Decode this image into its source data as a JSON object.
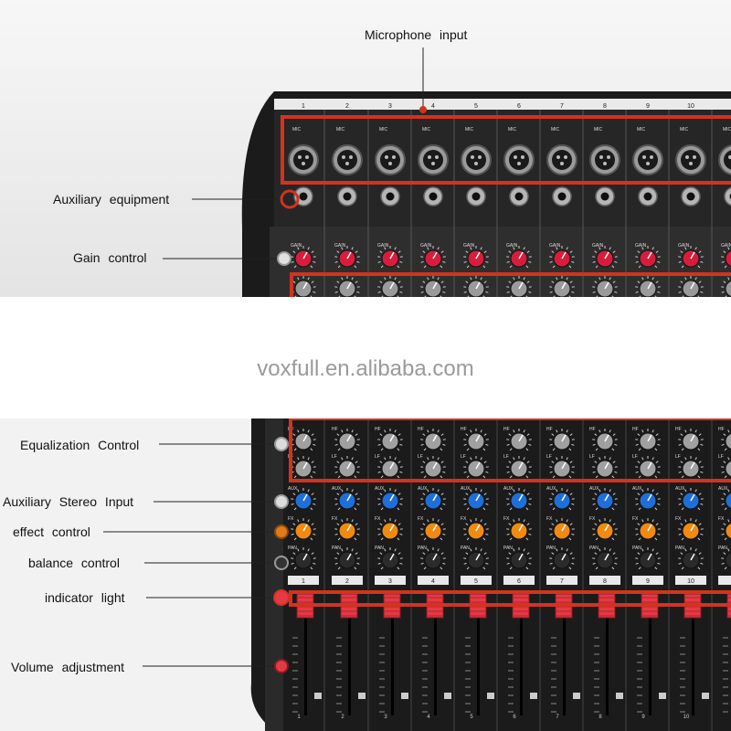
{
  "labels": {
    "microphone_input": "Microphone input",
    "auxiliary_equipment": "Auxiliary equipment",
    "gain_control": "Gain control",
    "equalization_control": "Equalization Control",
    "auxiliary_stereo_input": "Auxiliary Stereo Input",
    "effect_control": "effect control",
    "balance_control": "balance control",
    "indicator_light": "indicator light",
    "volume_adjustment": "Volume adjustment"
  },
  "watermark": "voxfull.en.alibaba.com",
  "channel_numbers": [
    "1",
    "2",
    "3",
    "4",
    "5",
    "6",
    "7",
    "8",
    "9",
    "10"
  ],
  "knob_tags": {
    "mic": "MIC",
    "gain": "GAIN",
    "hf": "HF",
    "lf": "LF",
    "aux": "AUX",
    "fx": "FX",
    "pan": "PAN"
  },
  "colors": {
    "highlight": "#d2331f",
    "gain_knob": "#d81d3c",
    "aux_knob": "#1e6fd9",
    "fx_knob": "#f08a10",
    "panel": "#1b1b1b"
  }
}
